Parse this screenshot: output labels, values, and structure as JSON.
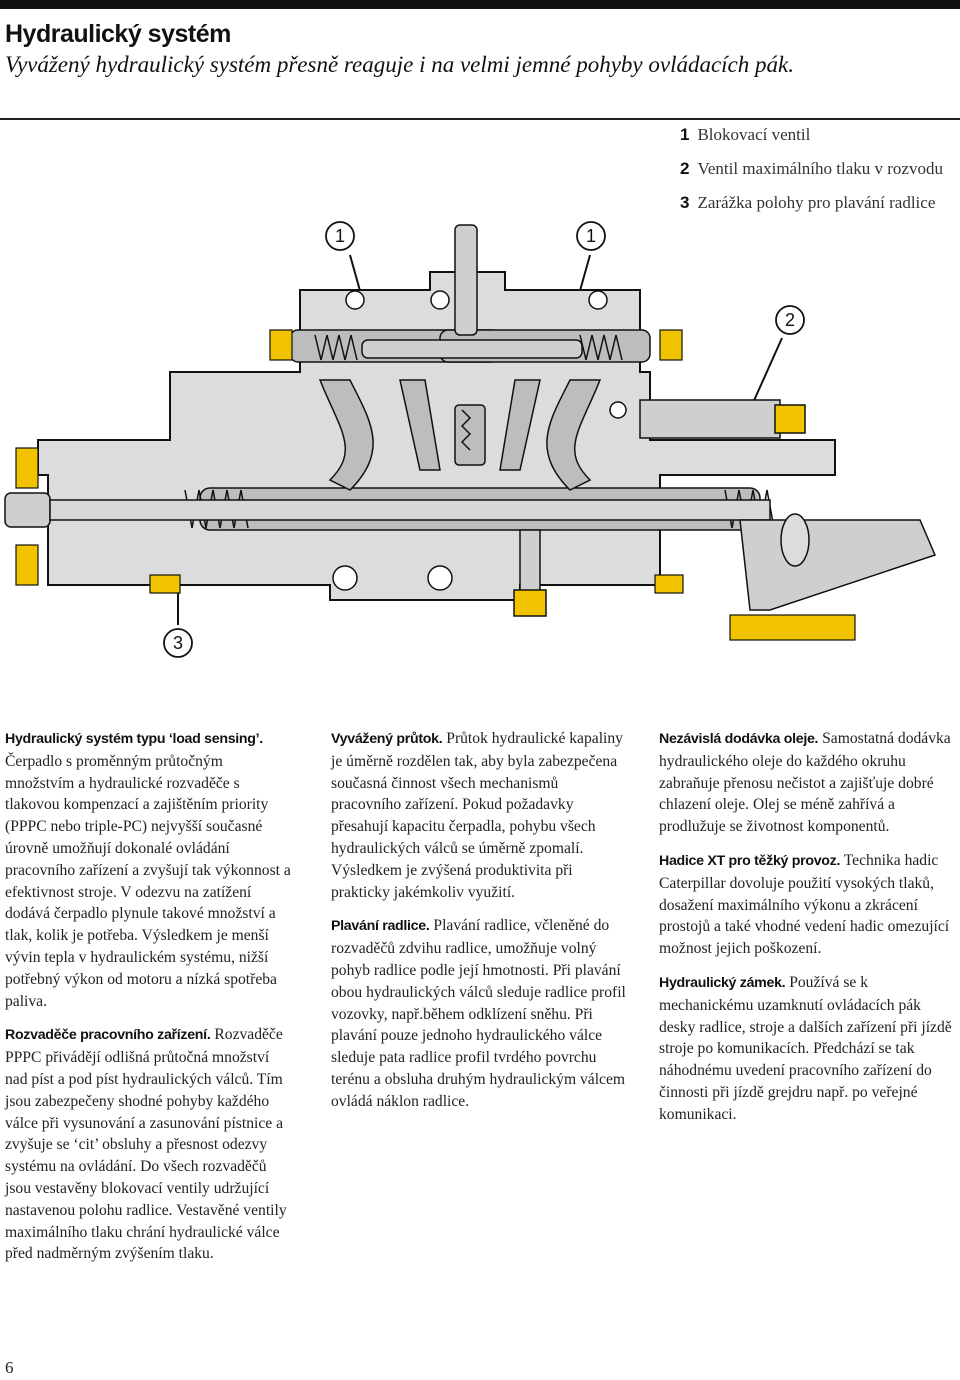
{
  "header": {
    "title": "Hydraulický systém",
    "subtitle": "Vyvážený hydraulický systém přesně reaguje i na velmi jemné pohyby ovládacích pák."
  },
  "legend": [
    {
      "num": "1",
      "text": "Blokovací ventil"
    },
    {
      "num": "2",
      "text": "Ventil maximálního tlaku v rozvodu"
    },
    {
      "num": "3",
      "text": "Zarážka polohy pro plavání radlice"
    }
  ],
  "callouts": {
    "c1a": "1",
    "c1b": "1",
    "c2": "2",
    "c3": "3"
  },
  "colors": {
    "housing": "#dcdcdc",
    "oil": "#bdbdbd",
    "yellow": "#f2c400",
    "outline": "#111111"
  },
  "columns": {
    "col1": [
      {
        "head": "Hydraulický systém typu ‘load sensing’.",
        "text": " Čerpadlo s proměnným průtočným množstvím a hydraulické rozvaděče s tlakovou kompenzací a zajištěním priority (PPPC nebo triple-PC) nejvyšší současné úrovně umožňují dokonalé ovládání pracovního zařízení a zvyšují tak výkonnost a efektivnost stroje. V odezvu na zatížení dodává čerpadlo plynule takové množství a tlak, kolik je potřeba. Výsledkem je menší vývin tepla v hydraulickém systému, nižší potřebný výkon od motoru a nízká spotřeba paliva."
      },
      {
        "head": "Rozvaděče pracovního zařízení.",
        "text": " Rozvaděče PPPC přivádějí odlišná průtočná množství nad píst a pod píst hydraulických válců. Tím jsou zabezpečeny shodné pohyby každého válce při vysunování a zasunování pístnice a zvyšuje se ‘cit’ obsluhy a přesnost odezvy systému na ovládání. Do všech rozvaděčů jsou vestavěny blokovací ventily udržující nastavenou polohu radlice. Vestavěné ventily maximálního tlaku chrání hydraulické válce před nadměrným zvýšením tlaku."
      }
    ],
    "col2": [
      {
        "head": "Vyvážený průtok.",
        "text": " Průtok hydraulické kapaliny je úměrně rozdělen tak, aby byla zabezpečena současná činnost všech mechanismů pracovního zařízení. Pokud požadavky přesahují kapacitu čerpadla, pohybu všech hydraulických válců se úměrně zpomalí. Výsledkem je zvýšená produktivita při prakticky jakémkoliv využití."
      },
      {
        "head": "Plavání radlice.",
        "text": " Plavání radlice, včleněné do rozvaděčů zdvihu radlice, umožňuje volný pohyb radlice podle její hmotnosti. Při plavání obou hydraulických válců sleduje radlice profil vozovky, např.během odklízení sněhu. Při plavání pouze jednoho hydraulického válce sleduje pata radlice profil tvrdého povrchu terénu a obsluha druhým hydraulickým válcem ovládá náklon radlice."
      }
    ],
    "col3": [
      {
        "head": "Nezávislá dodávka oleje.",
        "text": " Samostatná dodávka hydraulického oleje do každého okruhu zabraňuje přenosu nečistot a zajišťuje dobré chlazení oleje. Olej se méně zahřívá a prodlužuje se životnost komponentů."
      },
      {
        "head": "Hadice XT pro těžký provoz.",
        "text": " Technika hadic Caterpillar dovoluje použití vysokých tlaků, dosažení maximálního výkonu a zkrácení prostojů a také vhodné vedení hadic omezující možnost jejich poškození."
      },
      {
        "head": "Hydraulický zámek.",
        "text": " Používá se k mechanickému uzamknutí ovládacích pák desky radlice, stroje a dalších zařízení při jízdě stroje po komunikacích. Předchází se tak náhodnému uvedení pracovního zařízení do činnosti při jízdě grejdru např. po veřejné komunikaci."
      }
    ]
  },
  "page_number": "6"
}
